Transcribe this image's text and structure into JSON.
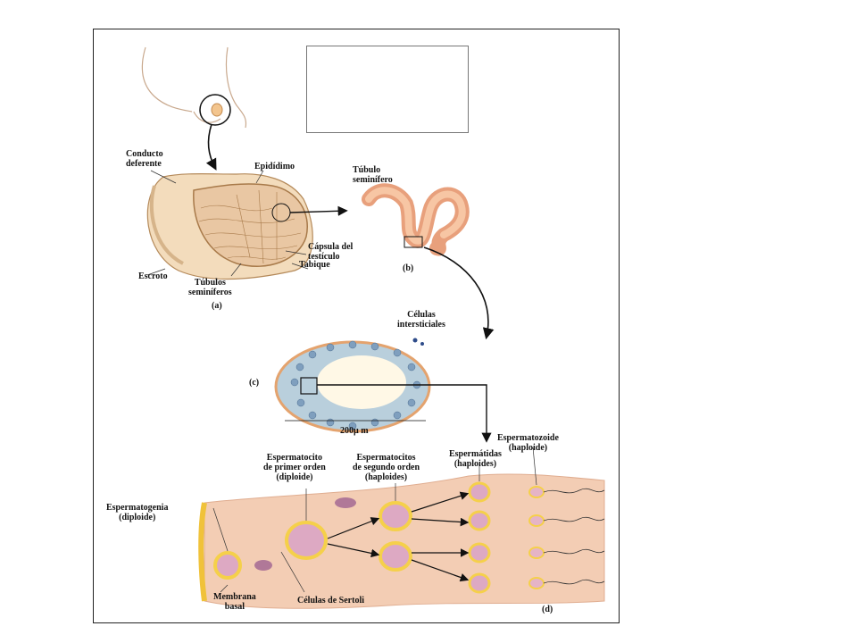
{
  "figure": {
    "labels": {
      "conducto_deferente_1": "Conducto",
      "conducto_deferente_2": "deferente",
      "epididimo": "Epidídimo",
      "tubulo_seminifero_top_1": "Túbulo",
      "tubulo_seminifero_top_2": "seminífero",
      "capsula_1": "Cápsula del",
      "capsula_2": "testículo",
      "tabique": "Tabique",
      "escroto": "Escroto",
      "tubulos_seminiferos_1": "Túbulos",
      "tubulos_seminiferos_2": "seminíferos",
      "panel_a": "(a)",
      "panel_b": "(b)",
      "panel_c": "(c)",
      "panel_d": "(d)",
      "celulas_intersticiales_1": "Células",
      "celulas_intersticiales_2": "intersticiales",
      "scale": "200µ m",
      "espermatozoide_1": "Espermatozoide",
      "espermatozoide_2": "(haploide)",
      "espermatidas_1": "Espermátidas",
      "espermatidas_2": "(haploides)",
      "espermatocito_primer_1": "Espermatocito",
      "espermatocito_primer_2": "de primer orden",
      "espermatocito_primer_3": "(diploide)",
      "espermatocitos_segundo_1": "Espermatocitos",
      "espermatocitos_segundo_2": "de segundo orden",
      "espermatocitos_segundo_3": "(haploides)",
      "espermatogenia_1": "Espermatogenia",
      "espermatogenia_2": "(diploide)",
      "membrana_1": "Membrana",
      "membrana_2": "basal",
      "sertoli": "Células de Sertoli"
    },
    "colors": {
      "tissue": "#f6d2ba",
      "testis_tan": "#efdcb8",
      "yellow_cell": "#f5d04a",
      "nucleus": "#d9a8c0",
      "tubule": "#f0b896",
      "cell_blue": "#9fb7cc"
    }
  }
}
